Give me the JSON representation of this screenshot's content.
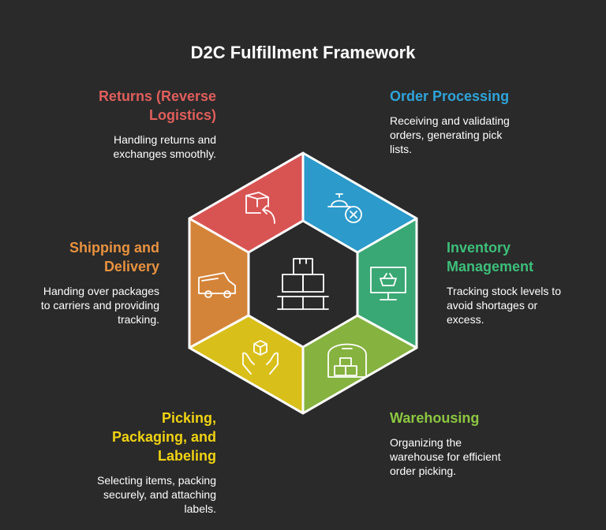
{
  "title": "D2C Fulfillment Framework",
  "colors": {
    "background": "#2a2a2a",
    "returns": "#e05e5c",
    "order": "#2fa4d9",
    "inventory": "#3dbf7a",
    "warehousing": "#8cc641",
    "picking": "#f0d313",
    "shipping": "#e89240"
  },
  "segments": [
    {
      "id": "returns",
      "heading": "Returns (Reverse\nLogistics)",
      "description": "Handling returns and\nexchanges smoothly.",
      "icon": "box-return-icon"
    },
    {
      "id": "order",
      "heading": "Order Processing",
      "description": "Receiving and validating\norders, generating pick\nlists.",
      "icon": "bell-cancel-icon"
    },
    {
      "id": "inventory",
      "heading": "Inventory\nManagement",
      "description": "Tracking stock levels to\navoid shortages or\nexcess.",
      "icon": "monitor-basket-icon"
    },
    {
      "id": "warehousing",
      "heading": "Warehousing",
      "description": "Organizing the\nwarehouse for efficient\norder picking.",
      "icon": "warehouse-boxes-icon"
    },
    {
      "id": "picking",
      "heading": "Picking,\nPackaging, and\nLabeling",
      "description": "Selecting items, packing\nsecurely, and attaching\nlabels.",
      "icon": "hands-box-icon"
    },
    {
      "id": "shipping",
      "heading": "Shipping and\nDelivery",
      "description": "Handing over packages\nto carriers and providing\ntracking.",
      "icon": "delivery-truck-icon"
    }
  ],
  "center_icon": "stacked-boxes-pallet-icon"
}
